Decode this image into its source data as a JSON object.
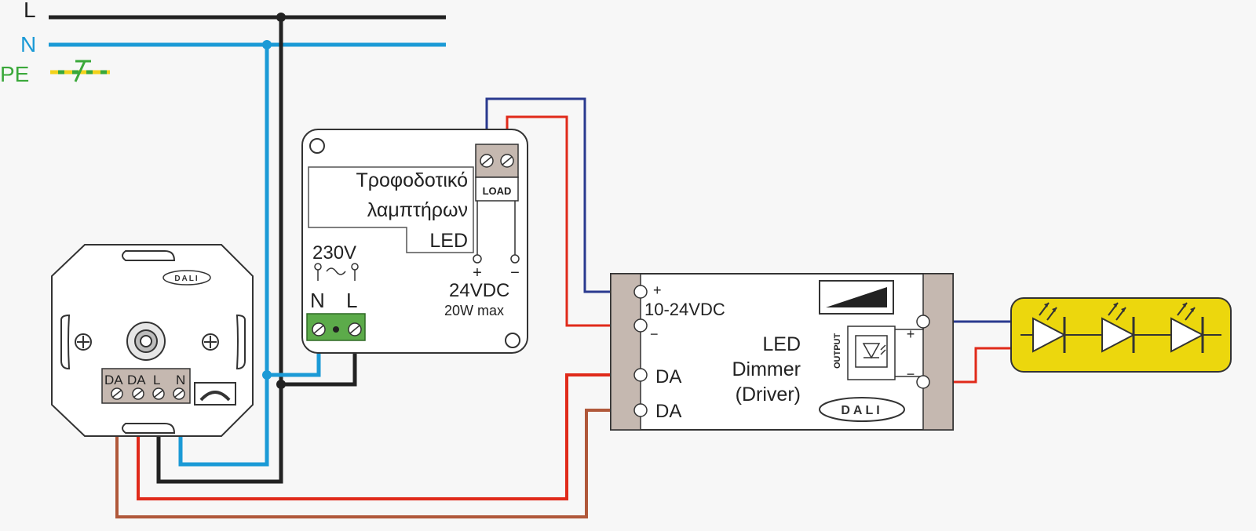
{
  "bus_labels": {
    "L": "L",
    "N": "N",
    "PE": "PE"
  },
  "power_supply": {
    "title_lines": [
      "Τροφοδοτικό",
      "λαμπτήρων",
      "LED"
    ],
    "input_voltage": "230V",
    "input_terminals": [
      "N",
      "L"
    ],
    "load_label": "LOAD",
    "output_plus": "+",
    "output_minus": "−",
    "output_voltage": "24VDC",
    "output_power": "20W max"
  },
  "wall_dimmer": {
    "dali_badge": "DALI",
    "terminals": [
      "DA",
      "DA",
      "L",
      "N"
    ]
  },
  "led_dimmer": {
    "plus": "+",
    "minus": "−",
    "supply_voltage": "10-24VDC",
    "da1": "DA",
    "da2": "DA",
    "title_lines": [
      "LED",
      "Dimmer",
      "(Driver)"
    ],
    "output_label": "OUTPUT",
    "out_plus": "+",
    "out_minus": "−",
    "dali_badge": "DALI"
  },
  "led_strip": {
    "count": 3
  },
  "colors": {
    "live": "#222222",
    "neutral": "#1b9ad6",
    "earth_green": "#3aa83a",
    "earth_yellow": "#f2d21b",
    "dc_negative": "#2a3a8f",
    "dc_positive": "#e02a1a",
    "da_brown": "#b0583a",
    "led_fill": "#ecd70d",
    "terminal_green": "#5cab4a"
  }
}
